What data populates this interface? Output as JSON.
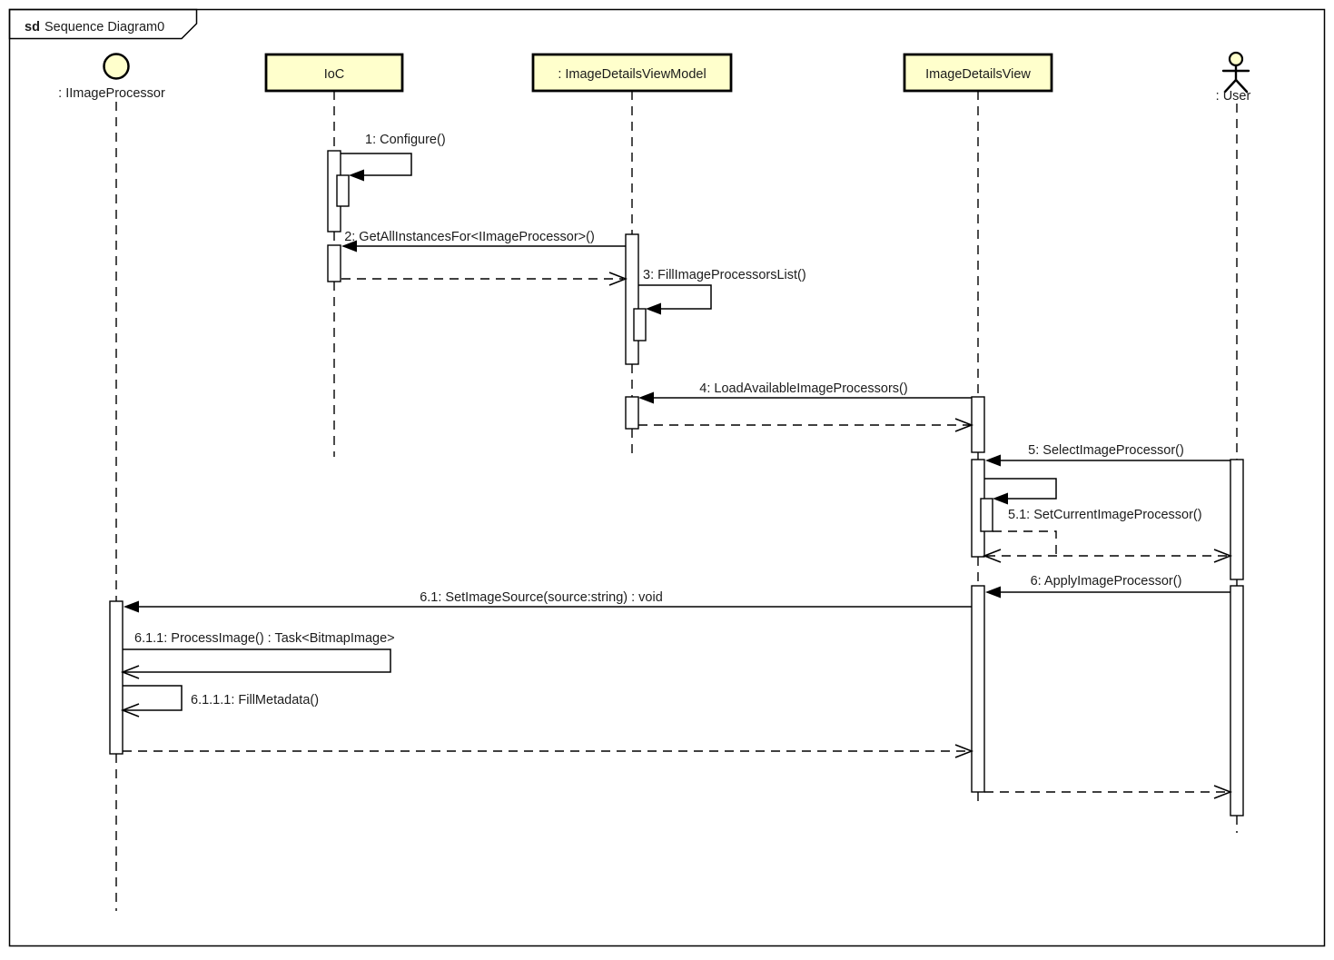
{
  "frame": {
    "keyword": "sd",
    "title": "Sequence Diagram0"
  },
  "participants": [
    {
      "id": "iimageprocessor",
      "label": ": IImageProcessor",
      "kind": "interface-lollipop"
    },
    {
      "id": "ioc",
      "label": "IoC",
      "kind": "object-box"
    },
    {
      "id": "imagedetailsviewmodel",
      "label": ": ImageDetailsViewModel",
      "kind": "object-box"
    },
    {
      "id": "imagedetailsview",
      "label": "ImageDetailsView",
      "kind": "object-box"
    },
    {
      "id": "user",
      "label": ": User",
      "kind": "actor"
    }
  ],
  "messages": [
    {
      "label": "1: Configure()",
      "from": "IoC",
      "to": "IoC",
      "kind": "self-call"
    },
    {
      "label": "2: GetAllInstancesFor<IImageProcessor>()",
      "from": ": ImageDetailsViewModel",
      "to": "IoC",
      "kind": "call",
      "has_return": true
    },
    {
      "label": "3: FillImageProcessorsList()",
      "from": ": ImageDetailsViewModel",
      "to": ": ImageDetailsViewModel",
      "kind": "self-call"
    },
    {
      "label": "4: LoadAvailableImageProcessors()",
      "from": "ImageDetailsView",
      "to": ": ImageDetailsViewModel",
      "kind": "call",
      "has_return": true
    },
    {
      "label": "5: SelectImageProcessor()",
      "from": ": User",
      "to": "ImageDetailsView",
      "kind": "call",
      "has_return": true
    },
    {
      "label": "5.1: SetCurrentImageProcessor()",
      "from": "ImageDetailsView",
      "to": "ImageDetailsView",
      "kind": "self-call",
      "has_return": true
    },
    {
      "label": "6: ApplyImageProcessor()",
      "from": ": User",
      "to": "ImageDetailsView",
      "kind": "call",
      "has_return": true
    },
    {
      "label": "6.1: SetImageSource(source:string) : void",
      "from": "ImageDetailsView",
      "to": ": IImageProcessor",
      "kind": "call",
      "has_return": true
    },
    {
      "label": "6.1.1: ProcessImage() : Task<BitmapImage>",
      "from": ": IImageProcessor",
      "to": ": IImageProcessor",
      "kind": "self-call"
    },
    {
      "label": "6.1.1.1: FillMetadata()",
      "from": ": IImageProcessor",
      "to": ": IImageProcessor",
      "kind": "self-call"
    }
  ],
  "colors": {
    "participant_fill": "#FFFFCC",
    "line": "#000000",
    "background": "#FFFFFF",
    "text": "#1C1C1C"
  }
}
